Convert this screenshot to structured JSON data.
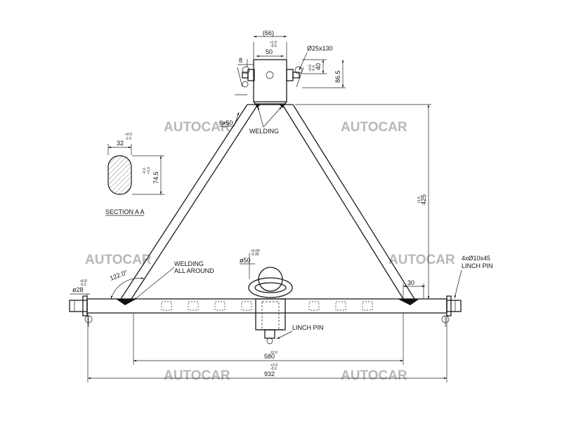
{
  "watermarks": [
    "AUTOCAR",
    "AUTOCAR",
    "AUTOCAR",
    "AUTOCAR",
    "AUTOCAR",
    "AUTOCAR"
  ],
  "top_pin": {
    "width_ref": "(66)",
    "tol_upper": "+1.0",
    "tol_lower": "-0.0",
    "width": "50",
    "pin_spec": "Ø25x130",
    "offset": "8",
    "height": "40",
    "height_tol_upper": "+0.5",
    "height_tol_lower": "-0.0",
    "total_height": "86.5"
  },
  "plate_label": "6x50",
  "welding_label": "WELDING",
  "section": {
    "width": "32",
    "width_tol_upper": "+0.0",
    "width_tol_lower": "-1.0",
    "height": "74.5",
    "height_tol_upper": "-0.0",
    "height_tol_lower": "+1.0",
    "label": "SECTION A A"
  },
  "frame_height": {
    "value": "425",
    "tol": "±1.5"
  },
  "welding_all_around": [
    "WELDING",
    "ALL AROUND"
  ],
  "angle": "122.0°",
  "pin_bore": {
    "value": "ø28",
    "tol_upper": "+0.0",
    "tol_lower": "-0.2"
  },
  "center_hole": {
    "value": "ø50",
    "tol_upper": "+0.00",
    "tol_lower": "-0.35"
  },
  "gusset_label": "30",
  "linch_pins": [
    "4xØ10x45",
    "LINCH PIN"
  ],
  "linch_pin_label": "LINCH PIN",
  "inner_span": {
    "value": "580",
    "tol": "±2.0"
  },
  "overall_span": {
    "value": "932",
    "tol_upper": "+2.0",
    "tol_lower": "-0.0"
  }
}
